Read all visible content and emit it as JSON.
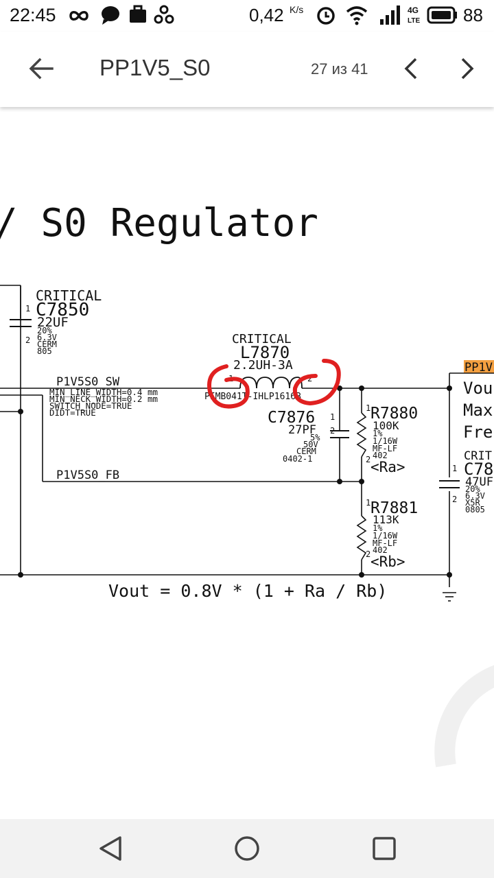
{
  "status_bar": {
    "time": "22:45",
    "net_speed": "0,42",
    "net_speed_unit": "K/s",
    "network_type": "4G LTE",
    "battery_percent": "88",
    "icons": [
      "infinity-icon",
      "chat-bubble-icon",
      "briefcase-icon",
      "share-icon",
      "alarm-clock-icon",
      "wifi-icon",
      "signal-icon",
      "battery-icon"
    ]
  },
  "app_bar": {
    "title": "PP1V5_S0",
    "page_indicator": "27 из 41"
  },
  "schematic": {
    "heading": "/ S0 Regulator",
    "c7850": {
      "critical": "CRITICAL",
      "ref": "C7850",
      "value": "22UF",
      "pin1": "1",
      "pin2": "2",
      "specs": [
        "20%",
        "6.3V",
        "CERM",
        "805"
      ]
    },
    "l7870": {
      "critical": "CRITICAL",
      "ref": "L7870",
      "value": "2.2UH-3A",
      "part": "PIMB041T-IHLP1616B",
      "pin1": "1",
      "pin2": "2"
    },
    "net_sw": {
      "name": "P1V5S0_SW",
      "props": [
        "MIN_LINE_WIDTH=0.4 mm",
        "MIN_NECK_WIDTH=0.2 mm",
        "SWITCH_NODE=TRUE",
        "DIDT=TRUE"
      ]
    },
    "net_fb": {
      "name": "P1V5S0_FB"
    },
    "c7876": {
      "ref": "C7876",
      "value": "27PF",
      "pin1": "1",
      "pin2": "2",
      "specs": [
        "5%",
        "50V",
        "CERM",
        "0402-1"
      ]
    },
    "r7880": {
      "ref": "R7880",
      "value": "100K",
      "pin1": "1",
      "pin2": "2",
      "specs": [
        "1%",
        "1/16W",
        "MF-LF",
        "402"
      ],
      "label": "<Ra>"
    },
    "r7881": {
      "ref": "R7881",
      "value": "113K",
      "pin1": "1",
      "pin2": "2",
      "specs": [
        "1%",
        "1/16W",
        "MF-LF",
        "402"
      ],
      "label": "<Rb>"
    },
    "right_block": {
      "rail": "PP1V",
      "lines": [
        "Vou",
        "Max",
        "Fre"
      ],
      "critical": "CRIT",
      "cap_ref": "C78",
      "cap_value": "47UF",
      "pin1": "1",
      "pin2": "2",
      "cap_specs": [
        "20%",
        "6.3V",
        "X5R",
        "0805"
      ]
    },
    "formula": "Vout = 0.8V * (1 + Ra / Rb)",
    "annotation_color": "#e02020",
    "rail_highlight_color": "#f4a040"
  },
  "nav_bar": {
    "back_label": "Back",
    "home_label": "Home",
    "recents_label": "Recents"
  }
}
